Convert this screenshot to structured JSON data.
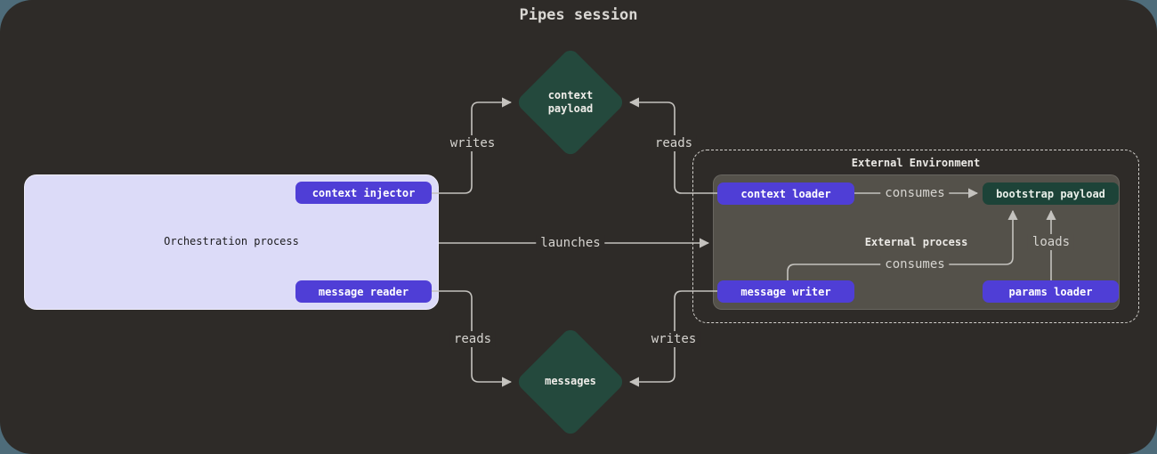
{
  "title": "Pipes session",
  "colors": {
    "page_background": "#4e6c7a",
    "canvas": "#2e2b28",
    "node_purple": "#4f3ed6",
    "diamond_teal": "#24493d",
    "bootstrap_teal": "#1d4338",
    "orchestration_fill": "#dcdbf8",
    "external_process_fill": "#54514a",
    "line": "#c4c2be"
  },
  "orchestration": {
    "label": "Orchestration process",
    "context_injector": "context injector",
    "message_reader": "message reader"
  },
  "external": {
    "title": "External Environment",
    "process_label": "External process",
    "context_loader": "context loader",
    "message_writer": "message writer",
    "params_loader": "params loader",
    "bootstrap_payload": "bootstrap payload"
  },
  "stores": {
    "context_payload": "context payload",
    "messages": "messages"
  },
  "edges": {
    "writes_top": "writes",
    "reads_top": "reads",
    "launches": "launches",
    "consumes_top": "consumes",
    "consumes_bottom": "consumes",
    "loads": "loads",
    "reads_bottom": "reads",
    "writes_bottom": "writes"
  }
}
